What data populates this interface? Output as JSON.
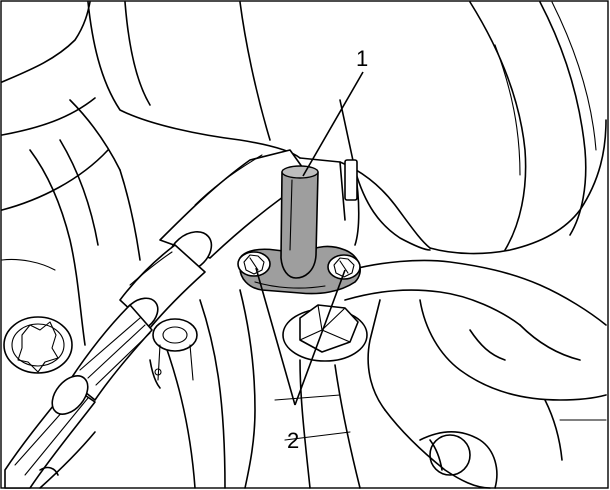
{
  "callouts": [
    {
      "id": "1",
      "label": "1"
    },
    {
      "id": "2",
      "label": "2"
    }
  ],
  "colors": {
    "line": "#000000",
    "background": "#ffffff",
    "highlight": "#9e9e9e"
  }
}
